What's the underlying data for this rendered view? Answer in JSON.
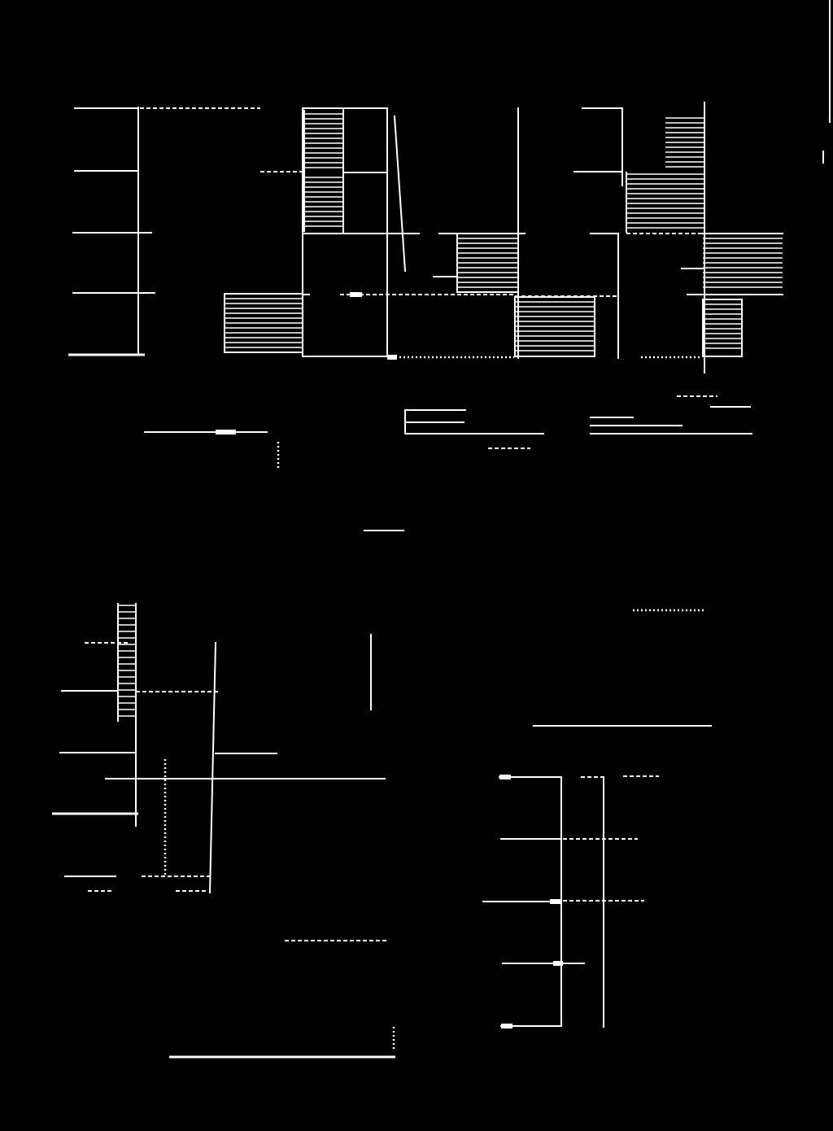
{
  "diagram": {
    "background_color": "#000000",
    "line_color": "#ffffff",
    "panels": [
      "upper-diagram",
      "lower-left-diagram",
      "lower-right-diagram"
    ],
    "texts": []
  }
}
